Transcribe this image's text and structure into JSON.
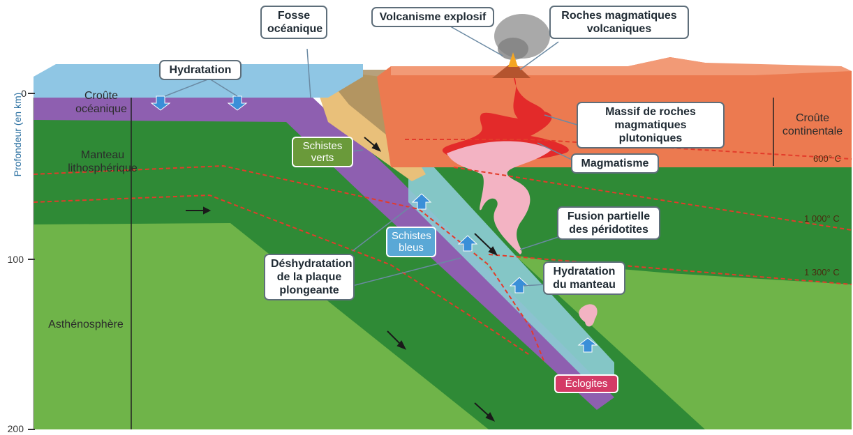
{
  "axis": {
    "title": "Profondeur (en km)",
    "ticks": [
      "0",
      "100",
      "200"
    ]
  },
  "layers": {
    "crust_oceanic": [
      "Croûte",
      "océanique"
    ],
    "mantle_litho": [
      "Manteau",
      "lithosphérique"
    ],
    "asthenosphere": "Asthénosphère",
    "crust_continental": [
      "Croûte",
      "continentale"
    ]
  },
  "isotherms": [
    "600° C",
    "1 000° C",
    "1 300° C"
  ],
  "callouts": {
    "hydratation": "Hydratation",
    "fosse": [
      "Fosse",
      "océanique"
    ],
    "volcanisme": "Volcanisme explosif",
    "roches_volc": [
      "Roches magmatiques",
      "volcaniques"
    ],
    "massif": [
      "Massif de roches",
      "magmatiques plutoniques"
    ],
    "magmatisme": "Magmatisme",
    "fusion": [
      "Fusion partielle",
      "des péridotites"
    ],
    "hydratation_manteau": [
      "Hydratation",
      "du manteau"
    ],
    "deshydratation": [
      "Déshydratation",
      "de la plaque",
      "plongeante"
    ]
  },
  "tags": {
    "schistes_verts": [
      "Schistes",
      "verts"
    ],
    "schistes_bleus": [
      "Schistes",
      "bleus"
    ],
    "eclogites": "Éclogites"
  },
  "colors": {
    "ocean": "#8fc6e4",
    "oceanic_crust": "#8e5fb0",
    "mantle_dark": "#2f8a36",
    "asthenosphere": "#6fb449",
    "continental": "#ec7a50",
    "magma": "#e32a2a",
    "fusion": "#f3b3c3",
    "blueschist": "#8ccbd2",
    "greenschist": "#e9c07a"
  }
}
